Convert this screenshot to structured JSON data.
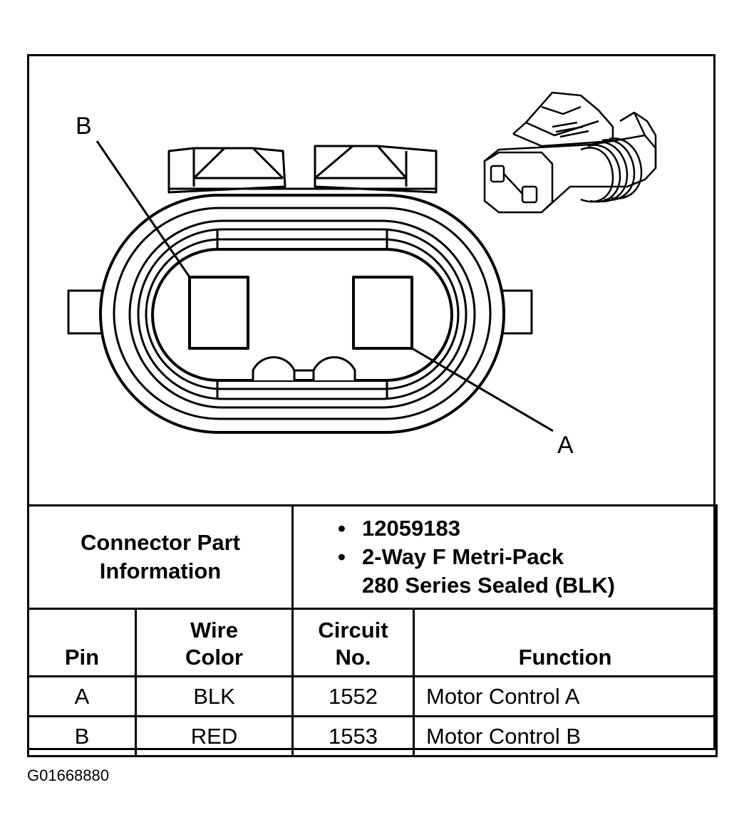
{
  "diagram": {
    "pin_b_label": "B",
    "pin_a_label": "A"
  },
  "connector_part_info": {
    "label_line1": "Connector Part",
    "label_line2": "Information",
    "part_number": "12059183",
    "description_line1": "2-Way F Metri-Pack",
    "description_line2": "280 Series Sealed (BLK)"
  },
  "pin_table": {
    "headers": {
      "pin": "Pin",
      "wire_color_line1": "Wire",
      "wire_color_line2": "Color",
      "circuit_line1": "Circuit",
      "circuit_line2": "No.",
      "function": "Function"
    },
    "rows": [
      {
        "pin": "A",
        "wire_color": "BLK",
        "circuit": "1552",
        "function": "Motor Control A"
      },
      {
        "pin": "B",
        "wire_color": "RED",
        "circuit": "1553",
        "function": "Motor Control B"
      }
    ]
  },
  "figure_id": "G01668880"
}
